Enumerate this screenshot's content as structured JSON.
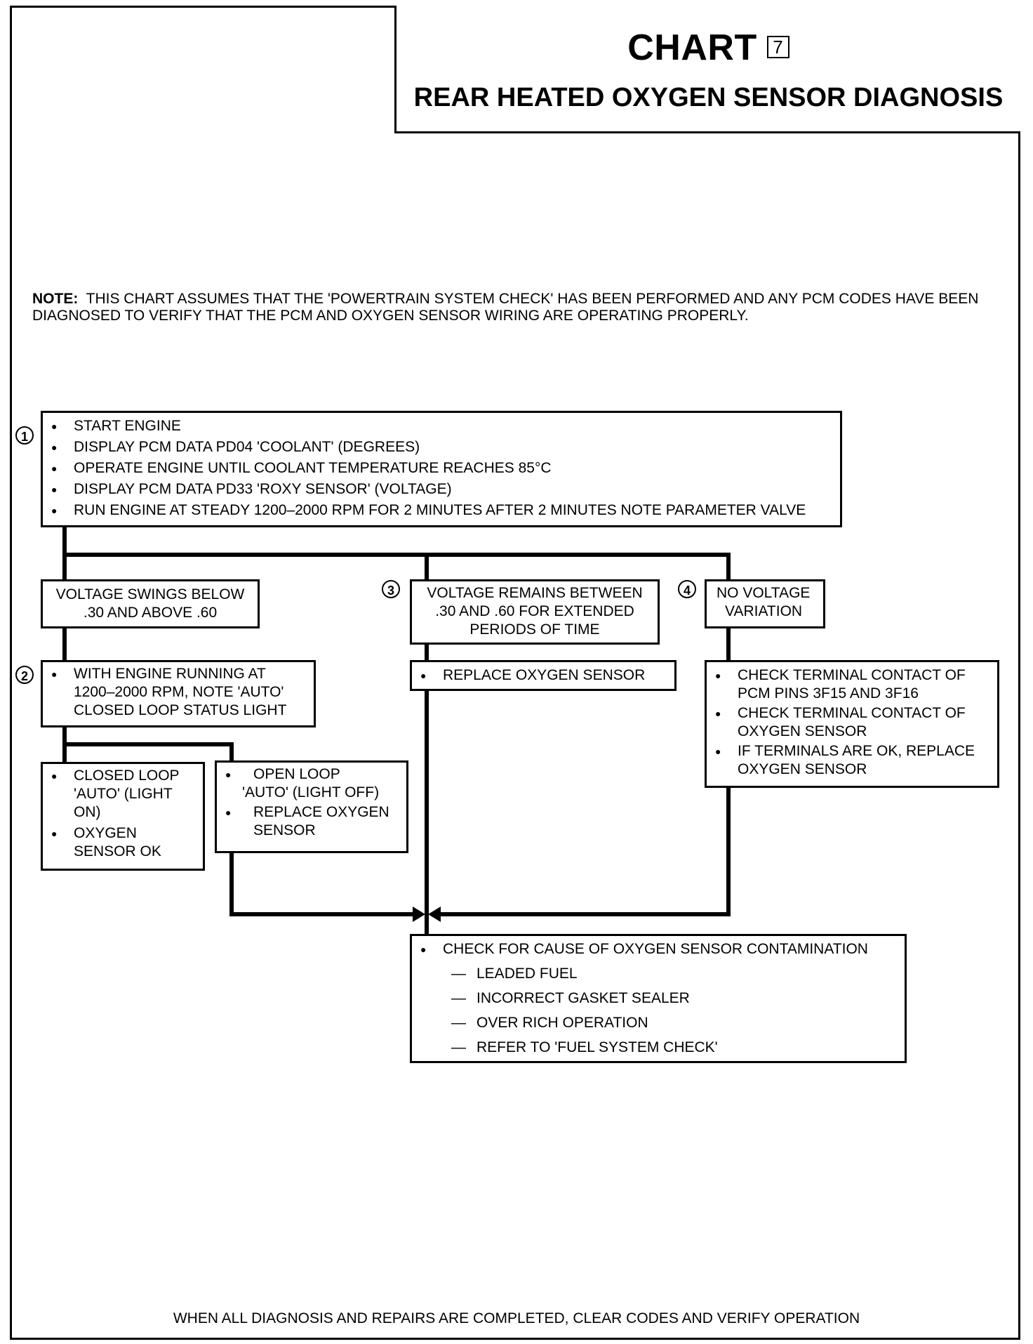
{
  "title": {
    "chart_word": "CHART",
    "chart_number": "7",
    "subtitle": "REAR HEATED OXYGEN SENSOR DIAGNOSIS"
  },
  "note": {
    "label": "NOTE:",
    "text": "THIS CHART ASSUMES THAT THE 'POWERTRAIN SYSTEM CHECK' HAS BEEN PERFORMED AND ANY PCM CODES HAVE BEEN DIAGNOSED TO VERIFY THAT THE PCM AND OXYGEN SENSOR WIRING ARE OPERATING PROPERLY."
  },
  "steps": {
    "step1": {
      "number": "1",
      "items": [
        "START ENGINE",
        "DISPLAY PCM DATA PD04 'COOLANT' (DEGREES)",
        "OPERATE ENGINE UNTIL COOLANT TEMPERATURE REACHES 85°C",
        "DISPLAY PCM DATA PD33 'ROXY SENSOR' (VOLTAGE)",
        "RUN ENGINE AT STEADY 1200–2000 RPM FOR 2 MINUTES AFTER 2 MINUTES NOTE PARAMETER VALVE"
      ]
    },
    "swings": {
      "line1": "VOLTAGE SWINGS BELOW",
      "line2": ".30 AND ABOVE .60"
    },
    "step2": {
      "number": "2",
      "text": "WITH ENGINE RUNNING AT 1200–2000 RPM, NOTE 'AUTO' CLOSED LOOP STATUS LIGHT"
    },
    "closed_loop": {
      "items": [
        "CLOSED LOOP 'AUTO' (LIGHT ON)",
        "OXYGEN SENSOR OK"
      ]
    },
    "open_loop": {
      "line1": "OPEN LOOP",
      "line2": "'AUTO' (LIGHT OFF)",
      "item2": "REPLACE OXYGEN SENSOR"
    },
    "step3": {
      "number": "3",
      "line1": "VOLTAGE REMAINS BETWEEN",
      "line2": ".30 AND .60 FOR EXTENDED",
      "line3": "PERIODS OF TIME"
    },
    "replace": {
      "item": "REPLACE OXYGEN SENSOR"
    },
    "step4": {
      "number": "4",
      "line1": "NO VOLTAGE",
      "line2": "VARIATION"
    },
    "terminals": {
      "items": [
        "CHECK TERMINAL CONTACT OF PCM PINS 3F15 AND 3F16",
        "CHECK TERMINAL CONTACT OF OXYGEN SENSOR",
        "IF TERMINALS ARE OK, REPLACE OXYGEN SENSOR"
      ]
    },
    "contamination": {
      "header": "CHECK FOR CAUSE OF OXYGEN SENSOR CONTAMINATION",
      "causes": [
        "LEADED FUEL",
        "INCORRECT GASKET SEALER",
        "OVER RICH OPERATION",
        "REFER TO 'FUEL SYSTEM CHECK'"
      ]
    }
  },
  "footer": "WHEN ALL DIAGNOSIS AND REPAIRS ARE COMPLETED, CLEAR CODES AND VERIFY OPERATION"
}
